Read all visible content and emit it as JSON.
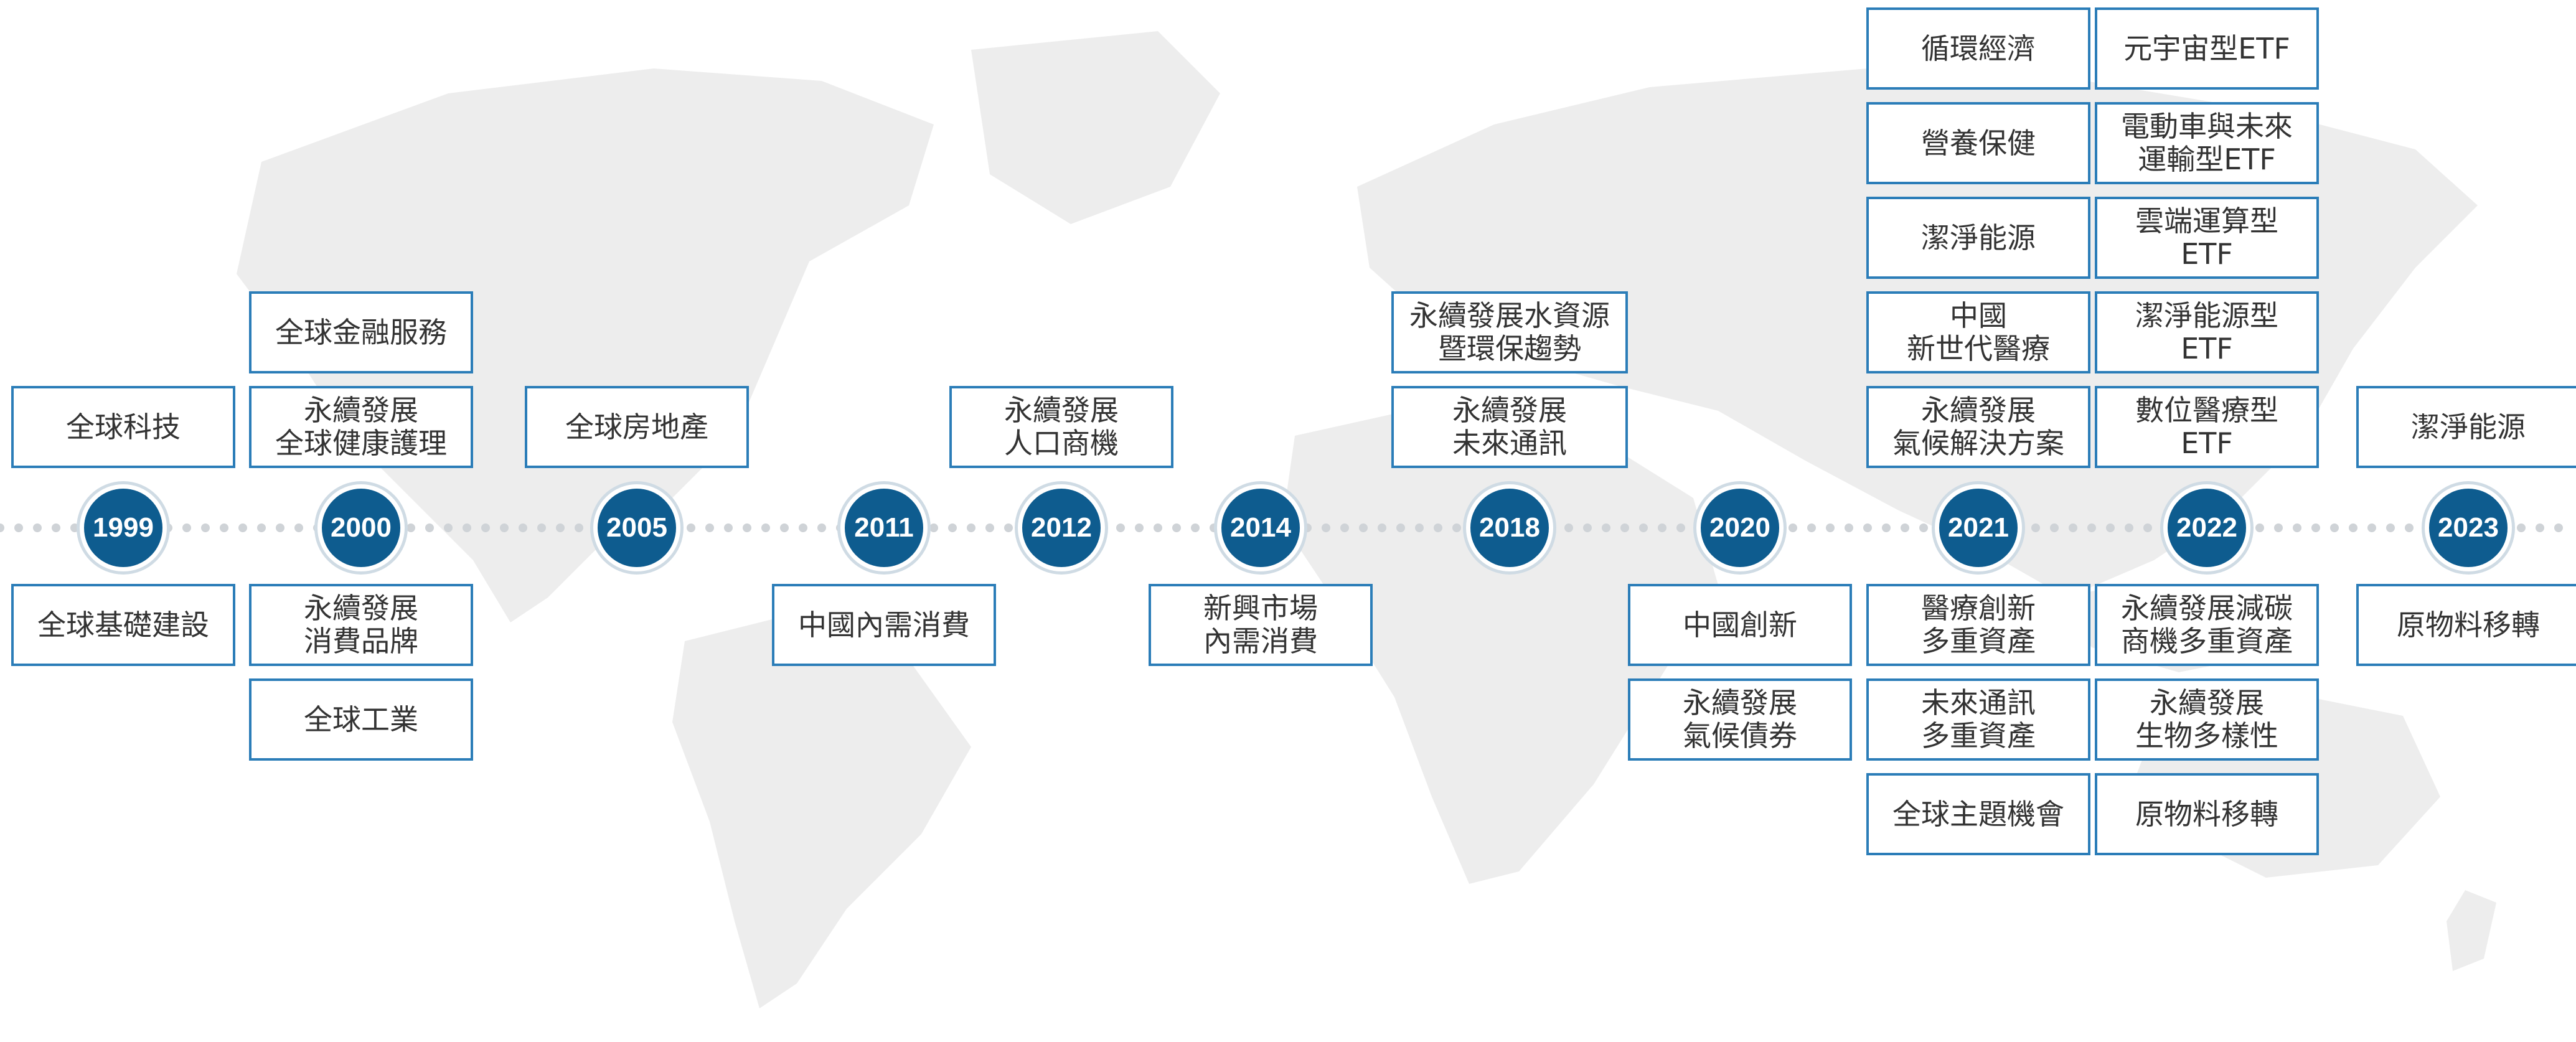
{
  "colors": {
    "accent": "#2b7db8",
    "circle": "#0e5c8f",
    "map": "#ededed",
    "dots": "#cfd3d7"
  },
  "timeline": [
    {
      "year": "1999",
      "above": [
        "全球科技"
      ],
      "below": [
        "全球基礎建設"
      ]
    },
    {
      "year": "2000",
      "above": [
        "永續發展\n全球健康護理",
        "全球金融服務"
      ],
      "below": [
        "永續發展\n消費品牌",
        "全球工業"
      ]
    },
    {
      "year": "2005",
      "above": [
        "全球房地產"
      ],
      "below": []
    },
    {
      "year": "2011",
      "above": [],
      "below": [
        "中國內需消費"
      ]
    },
    {
      "year": "2012",
      "above": [
        "永續發展\n人口商機"
      ],
      "below": []
    },
    {
      "year": "2014",
      "above": [],
      "below": [
        "新興市場\n內需消費"
      ]
    },
    {
      "year": "2018",
      "above": [
        "永續發展\n未來通訊",
        "永續發展水資源\n暨環保趨勢"
      ],
      "below": []
    },
    {
      "year": "2020",
      "above": [],
      "below": [
        "中國創新",
        "永續發展\n氣候債券"
      ]
    },
    {
      "year": "2021",
      "above": [
        "永續發展\n氣候解決方案",
        "中國\n新世代醫療",
        "潔淨能源",
        "營養保健",
        "循環經濟"
      ],
      "below": [
        "醫療創新\n多重資產",
        "未來通訊\n多重資產",
        "全球主題機會"
      ]
    },
    {
      "year": "2022",
      "above": [
        "數位醫療型\nETF",
        "潔淨能源型\nETF",
        "雲端運算型\nETF",
        "電動車與未來\n運輸型ETF",
        "元宇宙型ETF"
      ],
      "below": [
        "永續發展減碳\n商機多重資產",
        "永續發展\n生物多樣性",
        "原物料移轉"
      ]
    },
    {
      "year": "2023",
      "above": [
        "潔淨能源"
      ],
      "below": [
        "原物料移轉"
      ]
    }
  ]
}
